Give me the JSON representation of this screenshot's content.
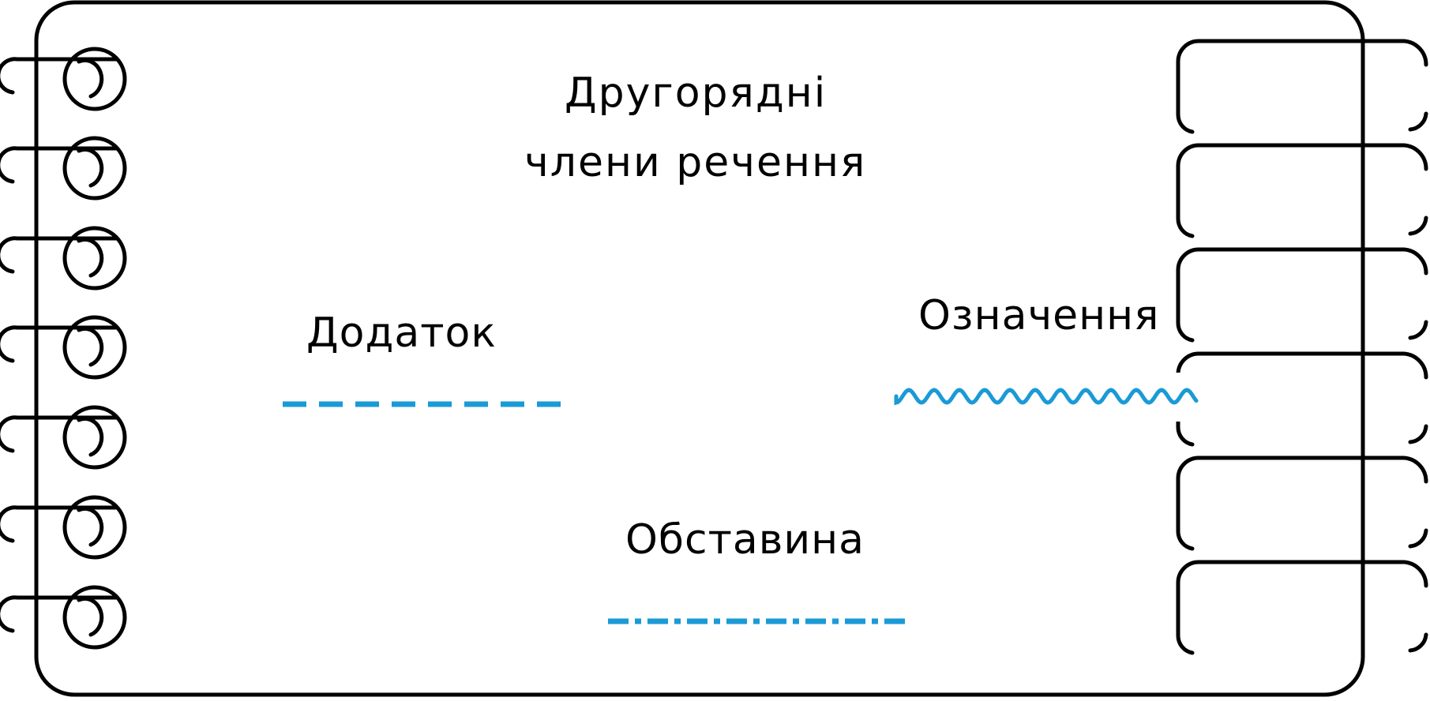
{
  "title": {
    "line1": "Другорядні",
    "line2": "члени речення"
  },
  "terms": [
    {
      "id": "dodatok",
      "label": "Додаток",
      "underline": "dashed"
    },
    {
      "id": "oznachennia",
      "label": "Означення",
      "underline": "wavy"
    },
    {
      "id": "obstavyna",
      "label": "Обставина",
      "underline": "dash-dot"
    }
  ],
  "colors": {
    "underline": "#1a9ad6",
    "outline": "#000000"
  },
  "icons": {
    "left_binding": "spiral-ring-icon",
    "right_binding": "binder-ring-icon"
  }
}
